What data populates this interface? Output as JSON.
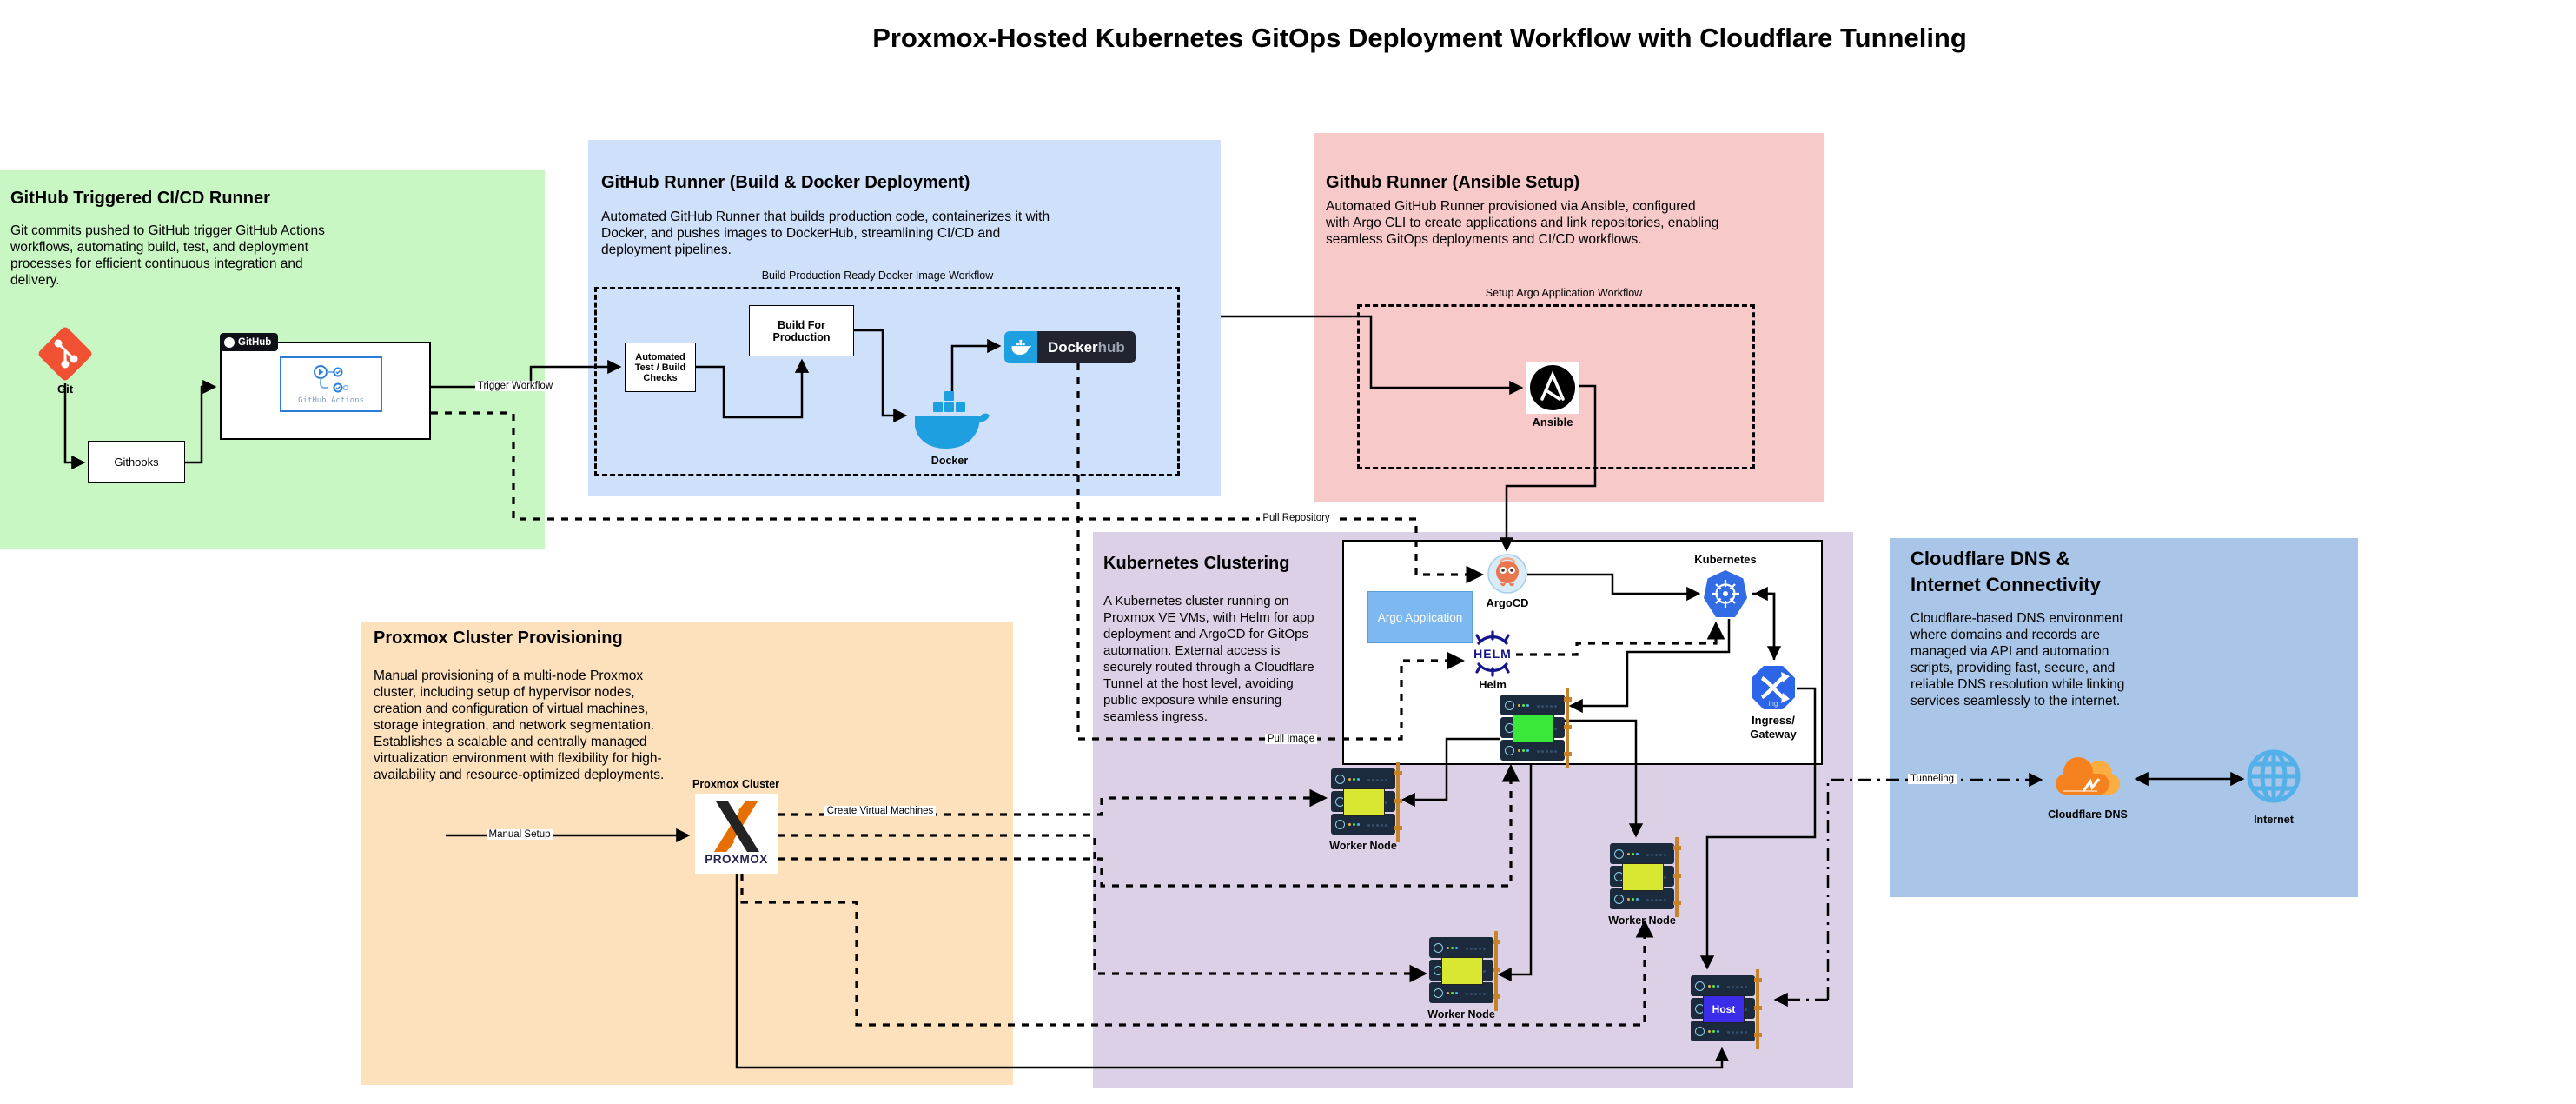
{
  "title": "Proxmox-Hosted Kubernetes GitOps Deployment Workflow with Cloudflare Tunneling",
  "regions": {
    "github_cicd": {
      "title": "GitHub Triggered CI/CD Runner",
      "description": "Git commits pushed to GitHub trigger GitHub Actions workflows, automating build, test, and deployment processes for efficient continuous integration and delivery."
    },
    "github_runner_docker": {
      "title": "GitHub Runner (Build & Docker Deployment)",
      "description": "Automated GitHub Runner that builds production code, containerizes it with Docker, and pushes images to DockerHub, streamlining CI/CD and deployment pipelines.",
      "workflow_label": "Build Production Ready Docker Image Workflow"
    },
    "github_runner_ansible": {
      "title": "Github Runner (Ansible Setup)",
      "description": "Automated GitHub Runner provisioned via Ansible, configured with Argo CLI to create applications and link repositories, enabling seamless GitOps deployments and CI/CD workflows.",
      "workflow_label": "Setup Argo Application Workflow"
    },
    "kubernetes_clustering": {
      "title": "Kubernetes Clustering",
      "description": "A Kubernetes cluster running on Proxmox VE VMs, with Helm for app deployment and ArgoCD for GitOps automation. External access is securely routed through a Cloudflare Tunnel at the host level, avoiding public exposure while ensuring seamless ingress."
    },
    "proxmox_provisioning": {
      "title": "Proxmox Cluster Provisioning",
      "description": "Manual provisioning of a multi-node Proxmox cluster, including setup of hypervisor nodes, creation and configuration of virtual machines, storage integration, and network segmentation. Establishes a scalable and centrally managed virtualization environment with flexibility for high-availability and resource-optimized deployments."
    },
    "cloudflare": {
      "title": "Cloudflare DNS & Internet Connectivity",
      "description": "Cloudflare-based DNS environment where domains and records are managed via API and automation scripts, providing fast, secure, and reliable DNS resolution while linking services seamlessly to the internet."
    }
  },
  "nodes": {
    "git": {
      "label": "Git"
    },
    "githooks": {
      "label": "Githooks"
    },
    "github": {
      "label": "GitHub"
    },
    "github_actions": {
      "label": "GitHub Actions"
    },
    "automated_checks": {
      "label": "Automated Test / Build Checks"
    },
    "build_production": {
      "label": "Build For Production"
    },
    "docker": {
      "label": "Docker"
    },
    "dockerhub": {
      "label_docker": "Docker",
      "label_hub": "hub"
    },
    "ansible": {
      "label": "Ansible"
    },
    "argocd": {
      "label": "ArgoCD"
    },
    "argo_application": {
      "label": "Argo Application"
    },
    "helm": {
      "label": "Helm",
      "logo_text": "HELM"
    },
    "kubernetes": {
      "label": "Kubernetes"
    },
    "ingress": {
      "label": "Ingress/\nGateway",
      "icon_text": "ing"
    },
    "master_node": {
      "label": ""
    },
    "worker_node_1": {
      "label": "Worker Node"
    },
    "worker_node_2": {
      "label": "Worker Node"
    },
    "worker_node_3": {
      "label": "Worker Node"
    },
    "host": {
      "label": "Host"
    },
    "proxmox": {
      "label": "Proxmox Cluster",
      "logo": "PROXMOX"
    },
    "cloudflare_dns": {
      "label": "Cloudflare DNS"
    },
    "internet": {
      "label": "Internet"
    }
  },
  "edges": {
    "trigger_workflow": "Trigger Workflow",
    "pull_repository": "Pull Repository",
    "pull_image": "Pull Image",
    "create_virtual_machines": "Create Virtual Machines",
    "manual_setup": "Manual Setup",
    "tunneling": "Tunneling"
  },
  "colors": {
    "region_green": "#c9f7c3",
    "region_blue": "#cfe0fa",
    "region_red": "#f8c9c9",
    "region_purple": "#dcd0e6",
    "region_orange": "#fde1bd",
    "region_cloudflare": "#a9c6e8",
    "docker_blue": "#1d9fe0",
    "kubernetes_blue": "#326ce5",
    "helm_navy": "#14148c",
    "argo_orange": "#e8764f",
    "git_orange": "#f05133",
    "proxmox_orange": "#e57000",
    "cloudflare_orange": "#f6821f",
    "rack_dark": "#1b2a3c",
    "rack_rail": "#c8832a",
    "master_screen_green": "#3ae83a",
    "worker_screen_yellow": "#d9e632",
    "host_screen_blue": "#3a2ce8"
  }
}
